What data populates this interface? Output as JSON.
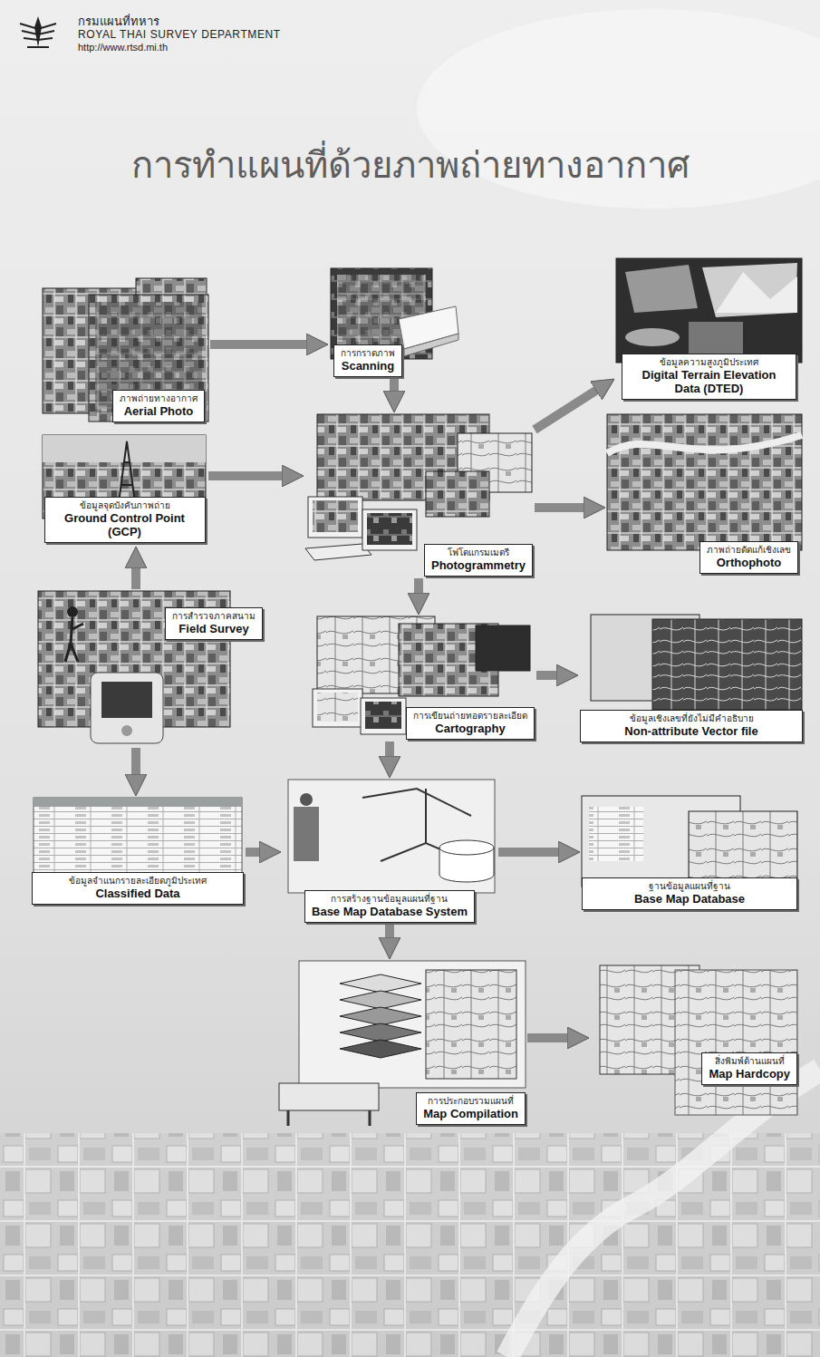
{
  "diagram": {
    "title": "การทำแผนที่ด้วยภาพถ่ายทางอากาศ",
    "nodes": [
      {
        "text": [
          "ภาพถ่ายทางอากาศ",
          "Aerial Photo"
        ]
      },
      {
        "text": [
          "การกราดภาพ",
          "Scanning"
        ]
      },
      {
        "text": [
          "ข้อมูลความสูงภูมิประเทศ",
          "Digital Terrain Elevation Data (DTED)"
        ]
      },
      {
        "text": [
          "ข้อมูลจุดบังคับภาพถ่าย",
          "Ground Control Point (GCP)"
        ]
      },
      {
        "text": [
          "โฟโตแกรมเมตรี",
          "Photogrammetry"
        ]
      },
      {
        "text": [
          "ภาพถ่ายดัดแก้เชิงเลข",
          "Orthophoto"
        ]
      },
      {
        "text": [
          "การสำรวจภาคสนาม",
          "Field Survey"
        ]
      },
      {
        "text": [
          "การเขียนถ่ายทอดรายละเอียด",
          "Cartography"
        ]
      },
      {
        "text": [
          "ข้อมูลเชิงเลขที่ยังไม่มีคำอธิบาย",
          "Non-attribute Vector file"
        ]
      },
      {
        "text": [
          "ข้อมูลจำแนกรายละเอียดภูมิประเทศ",
          "Classified Data"
        ]
      },
      {
        "text": [
          "การสร้างฐานข้อมูลแผนที่ฐาน",
          "Base Map Database System"
        ]
      },
      {
        "text": [
          "ฐานข้อมูลแผนที่ฐาน",
          "Base Map Database"
        ]
      },
      {
        "text": [
          "การประกอบรวมแผนที่",
          "Map Compilation"
        ]
      },
      {
        "text": [
          "สิ่งพิมพ์ด้านแผนที่",
          "Map Hardcopy"
        ]
      }
    ],
    "edges": [
      {
        "from": 0,
        "to": 1,
        "arrow": "to"
      },
      {
        "from": 1,
        "to": 4,
        "arrow": "to"
      },
      {
        "from": 3,
        "to": 4,
        "arrow": "to"
      },
      {
        "from": 4,
        "to": 2,
        "arrow": "to"
      },
      {
        "from": 4,
        "to": 5,
        "arrow": "to"
      },
      {
        "from": 4,
        "to": 7,
        "arrow": "to"
      },
      {
        "from": 6,
        "to": 3,
        "arrow": "to"
      },
      {
        "from": 6,
        "to": 9,
        "arrow": "to"
      },
      {
        "from": 7,
        "to": 8,
        "arrow": "to"
      },
      {
        "from": 7,
        "to": 10,
        "arrow": "to"
      },
      {
        "from": 9,
        "to": 10,
        "arrow": "to"
      },
      {
        "from": 10,
        "to": 11,
        "arrow": "to"
      },
      {
        "from": 10,
        "to": 12,
        "arrow": "to"
      },
      {
        "from": 12,
        "to": 13,
        "arrow": "to"
      }
    ],
    "labels": [
      "กรมแผนที่ทหาร",
      "ROYAL THAI SURVEY DEPARTMENT",
      "http://www.rtsd.mi.th"
    ]
  }
}
